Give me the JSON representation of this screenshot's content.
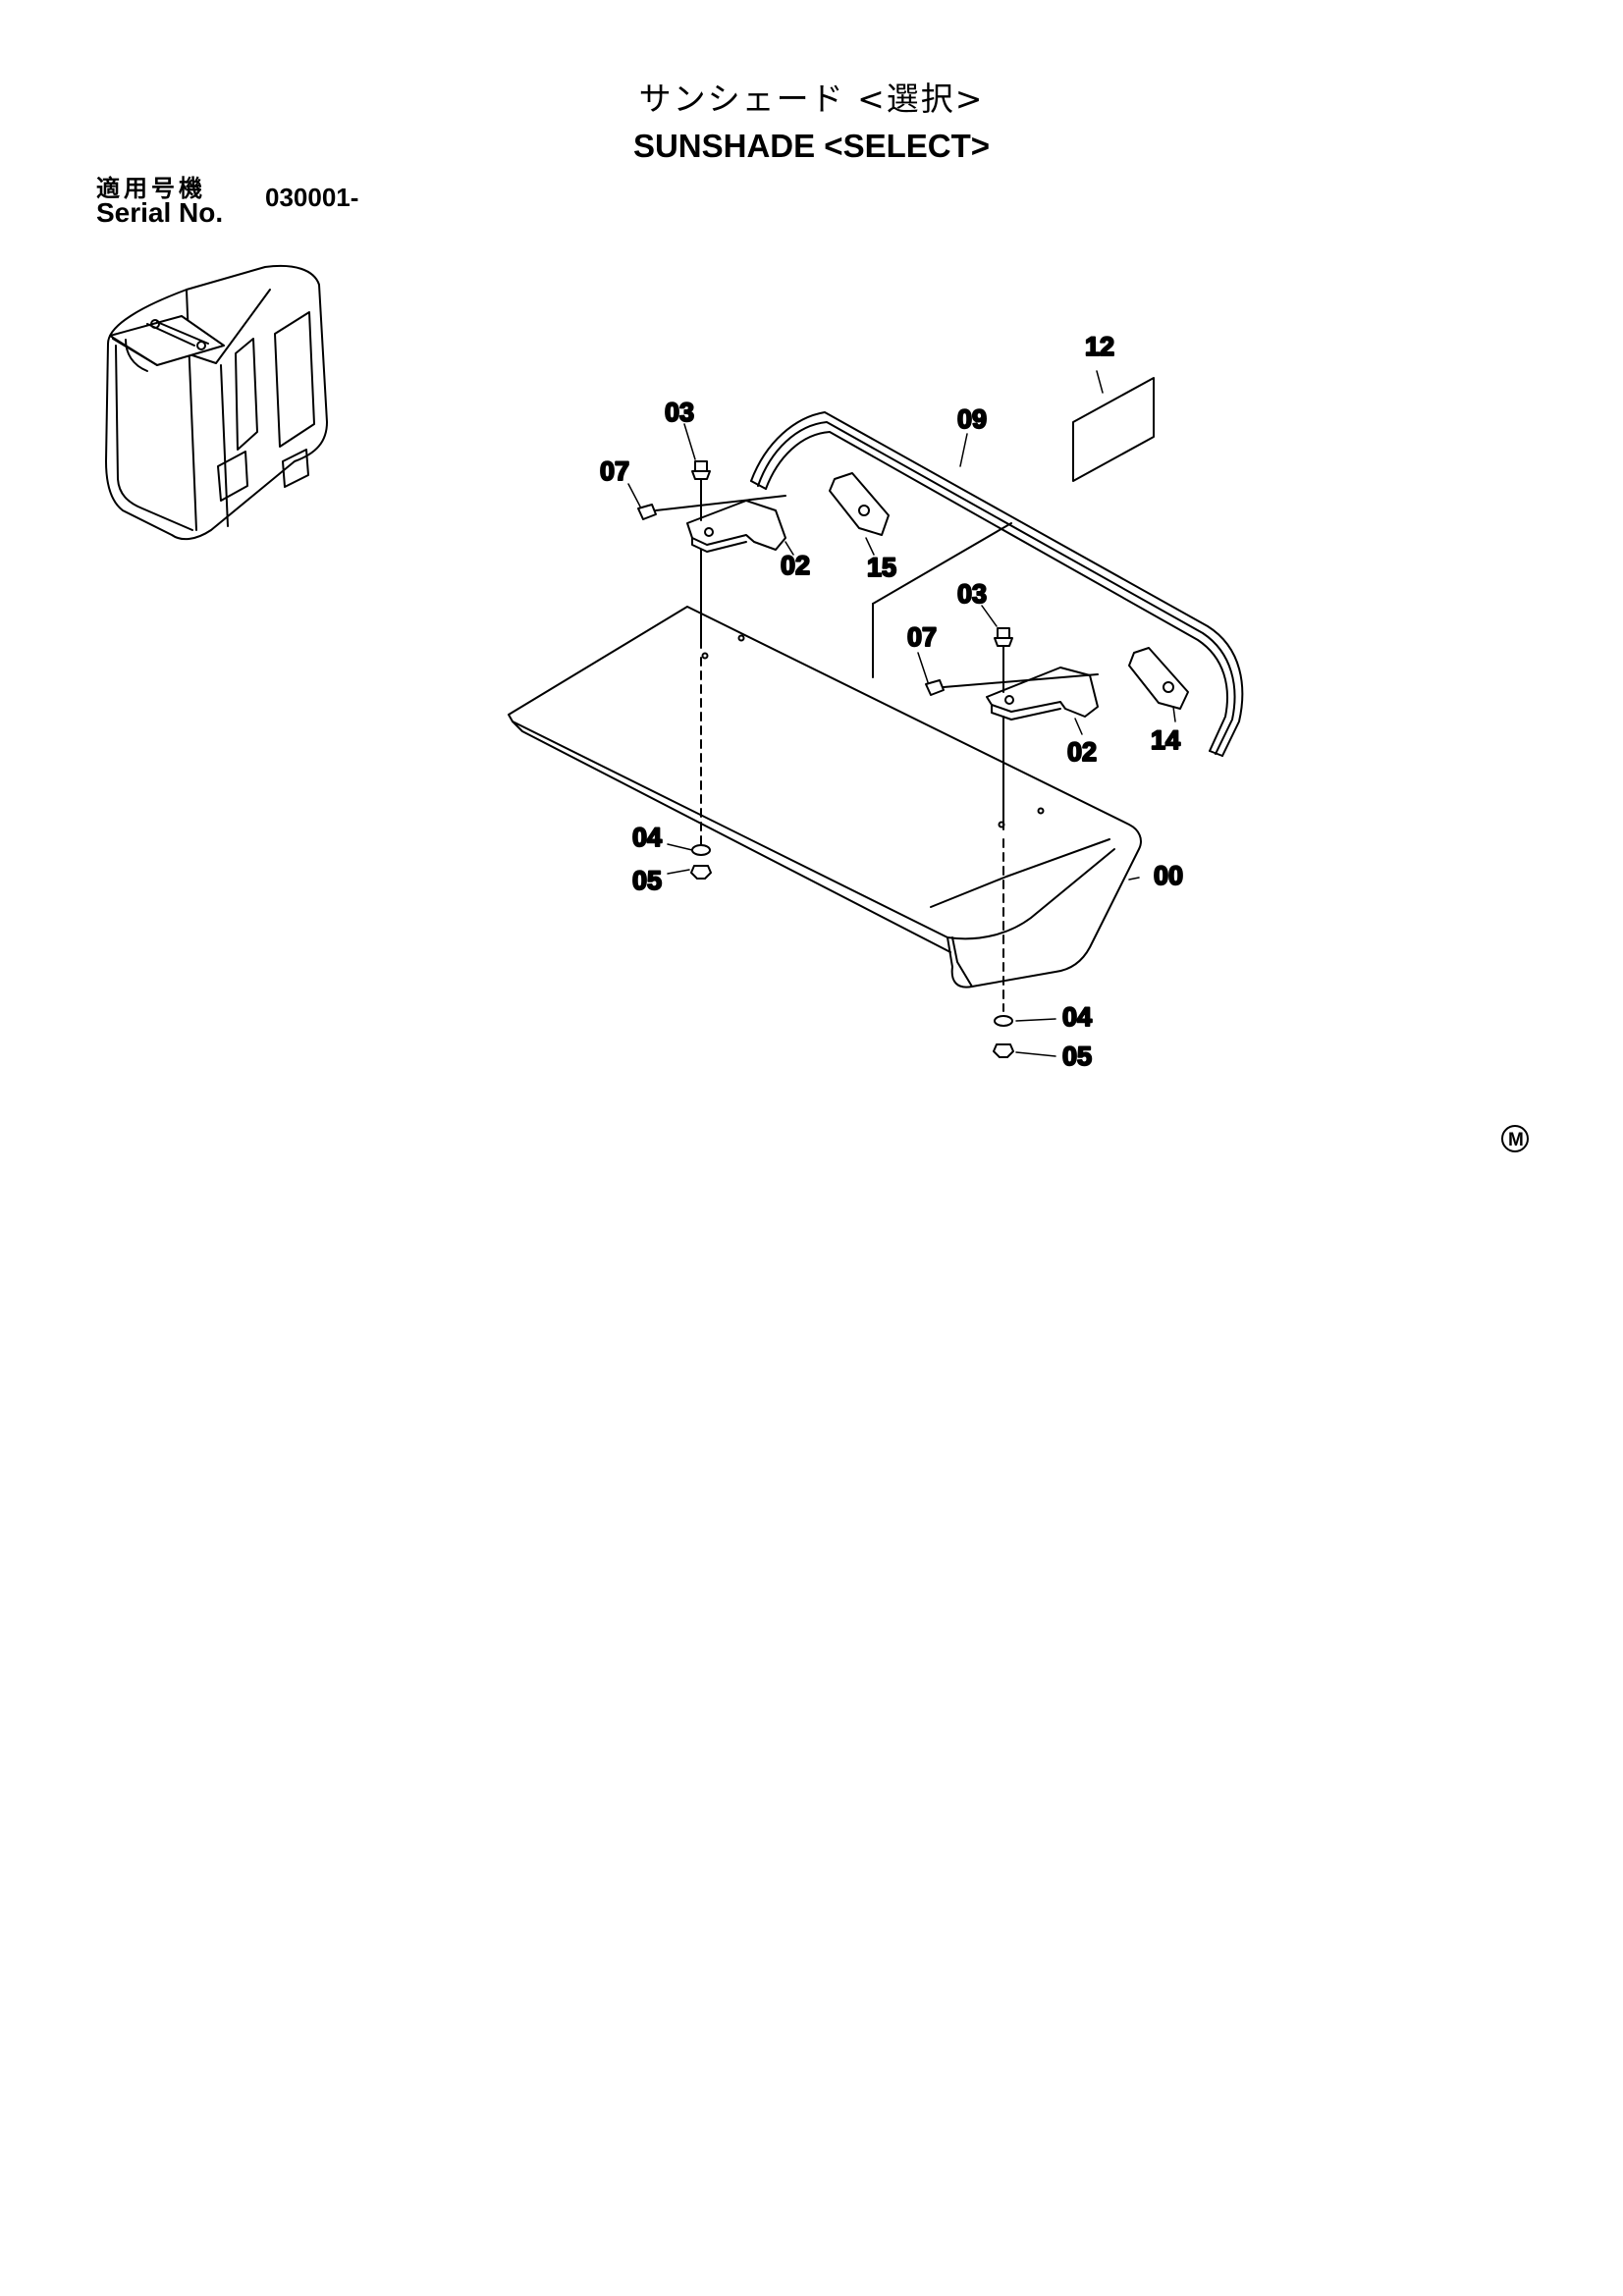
{
  "title": {
    "japanese": "サンシェード <選択>",
    "english": "SUNSHADE <SELECT>"
  },
  "serial": {
    "label_jp": "適用号機",
    "label_en": "Serial No.",
    "value": "030001-"
  },
  "callouts": {
    "c00": "00",
    "c02_left": "02",
    "c02_right": "02",
    "c03_left": "03",
    "c03_right": "03",
    "c04_left": "04",
    "c04_right": "04",
    "c05_left": "05",
    "c05_right": "05",
    "c07_left": "07",
    "c07_right": "07",
    "c09": "09",
    "c12": "12",
    "c14": "14",
    "c15": "15"
  },
  "corner_mark": "M"
}
